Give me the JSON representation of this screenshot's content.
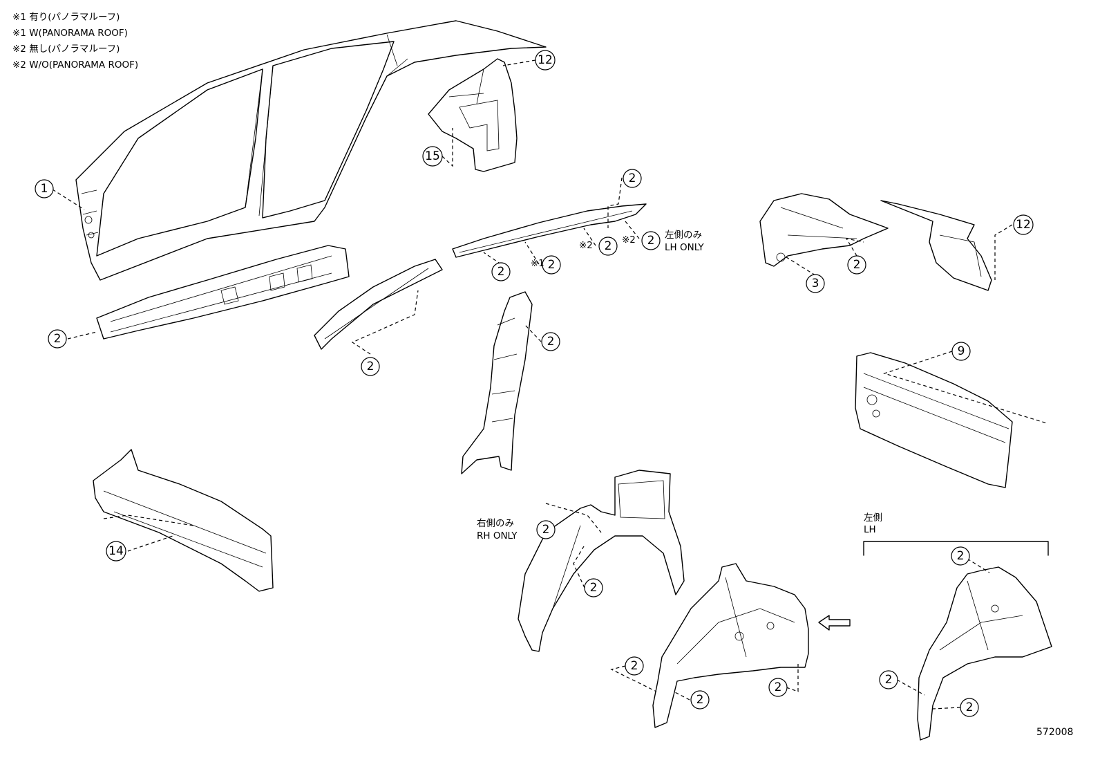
{
  "legend": [
    "※1 有り(パノラマルーフ)",
    "※1 W(PANORAMA ROOF)",
    "※2 無し(パノラマルーフ)",
    "※2 W/O(PANORAMA ROOF)"
  ],
  "notes": {
    "lh_only_jp": "左側のみ",
    "lh_only_en": "LH ONLY",
    "rh_only_jp": "右側のみ",
    "rh_only_en": "RH ONLY",
    "lh_jp": "左側",
    "lh_en": "LH",
    "mark1": "※1",
    "mark2": "※2"
  },
  "callouts": {
    "c1": "1",
    "c2": "2",
    "c3": "3",
    "c9": "9",
    "c12": "12",
    "c14": "14",
    "c15": "15"
  },
  "figure_number": "572008"
}
